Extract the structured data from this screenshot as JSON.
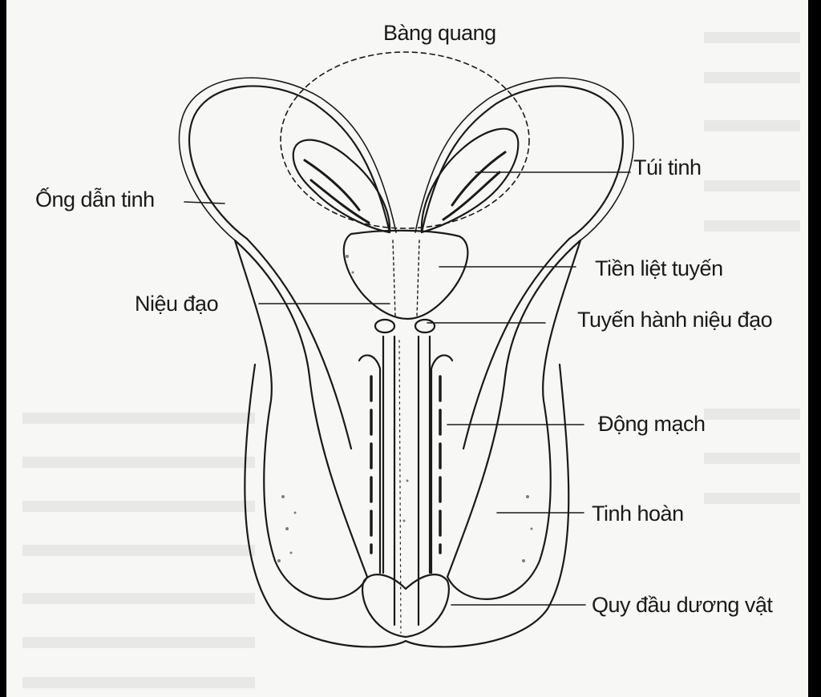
{
  "diagram": {
    "labels": {
      "bladder": "Bàng quang",
      "vas_deferens": "Ống dẫn tinh",
      "seminal_vesicle": "Túi tinh",
      "prostate": "Tiền liệt tuyến",
      "urethra": "Niệu đạo",
      "bulbourethral_gland": "Tuyến hành niệu đạo",
      "artery": "Động mạch",
      "testis": "Tinh hoàn",
      "glans": "Quy đầu dương vật"
    },
    "colors": {
      "ink": "#1a1a1a",
      "paper": "#f7f7f5",
      "frame": "#000000",
      "bleed_through": "#d7d7d5"
    }
  }
}
